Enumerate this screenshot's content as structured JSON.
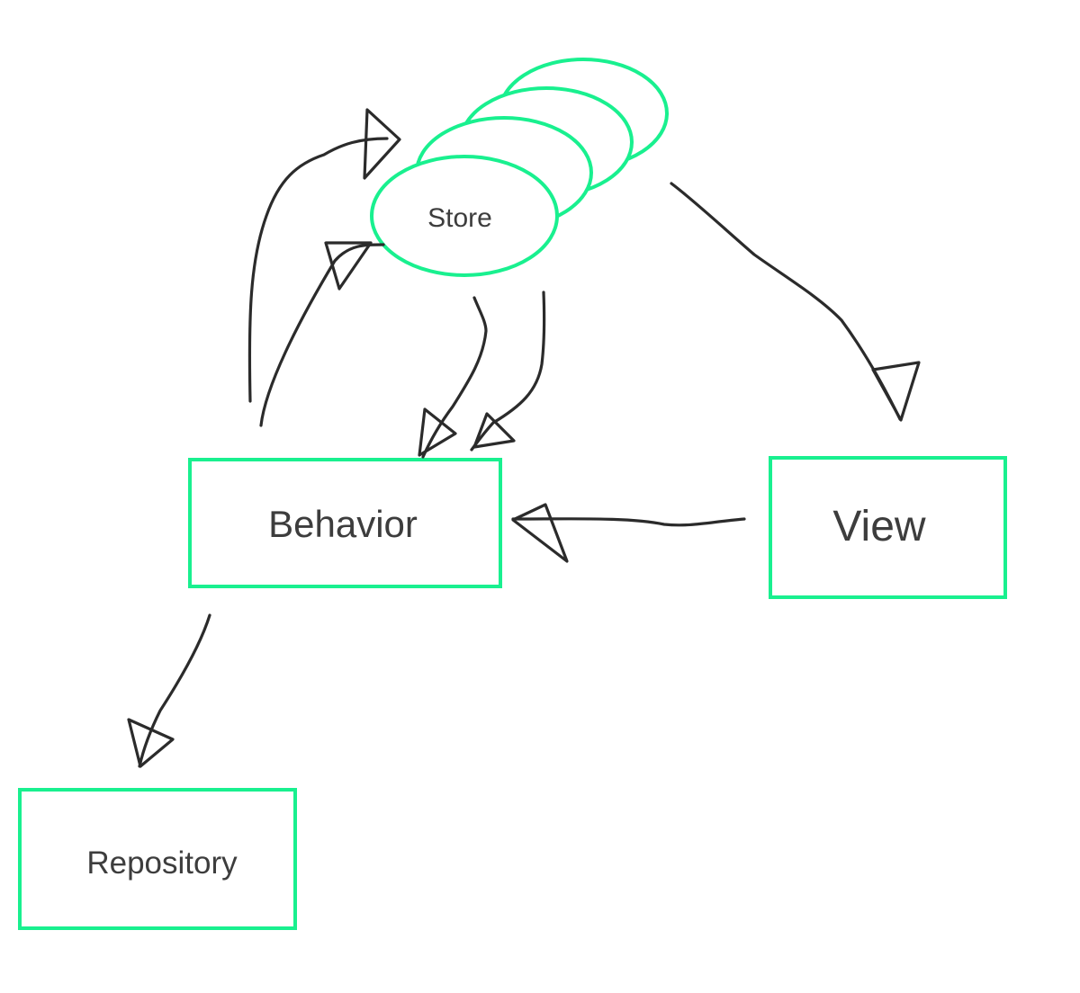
{
  "diagram": {
    "nodes": {
      "store": {
        "label": "Store"
      },
      "behavior": {
        "label": "Behavior"
      },
      "view": {
        "label": "View"
      },
      "repository": {
        "label": "Repository"
      }
    },
    "edges": [
      {
        "from": "behavior",
        "to": "store"
      },
      {
        "from": "behavior",
        "to": "store"
      },
      {
        "from": "store",
        "to": "behavior"
      },
      {
        "from": "store",
        "to": "behavior"
      },
      {
        "from": "store",
        "to": "view"
      },
      {
        "from": "view",
        "to": "behavior"
      },
      {
        "from": "behavior",
        "to": "repository"
      }
    ],
    "colors": {
      "node_stroke": "#19f08f",
      "edge_stroke": "#2b2b2b",
      "text": "#3d3d3d",
      "background": "#ffffff"
    }
  }
}
